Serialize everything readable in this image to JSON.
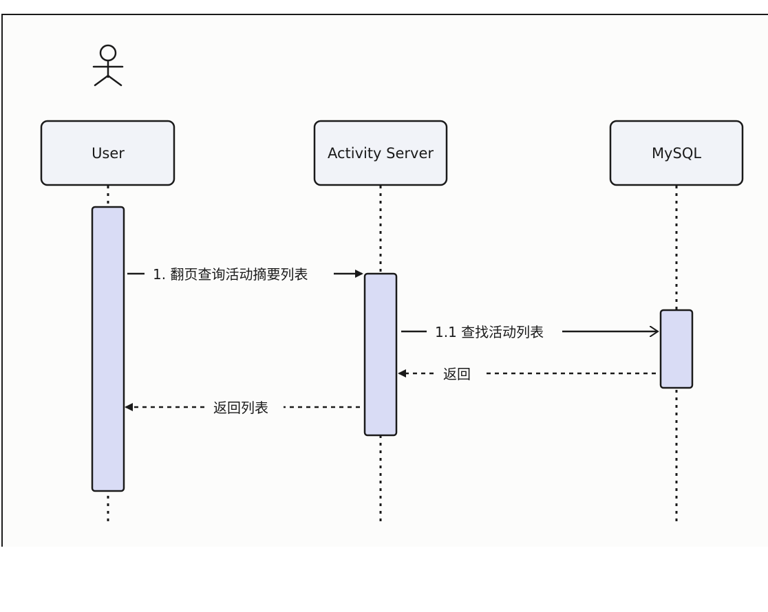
{
  "participants": [
    {
      "id": "user",
      "label": "User",
      "has_actor_icon": true
    },
    {
      "id": "activity_server",
      "label": "Activity Server",
      "has_actor_icon": false
    },
    {
      "id": "mysql",
      "label": "MySQL",
      "has_actor_icon": false
    }
  ],
  "messages": [
    {
      "from": "user",
      "to": "activity_server",
      "label": "1. 翻页查询活动摘要列表",
      "style": "solid",
      "arrowhead": "filled"
    },
    {
      "from": "activity_server",
      "to": "mysql",
      "label": "1.1 查找活动列表",
      "style": "solid",
      "arrowhead": "open"
    },
    {
      "from": "mysql",
      "to": "activity_server",
      "label": "返回",
      "style": "dashed",
      "arrowhead": "filled"
    },
    {
      "from": "activity_server",
      "to": "user",
      "label": "返回列表",
      "style": "dashed",
      "arrowhead": "filled"
    }
  ],
  "colors": {
    "stroke": "#1a1a1a",
    "participant_fill": "#f1f3f8",
    "activation_fill": "#d9dcf5"
  }
}
